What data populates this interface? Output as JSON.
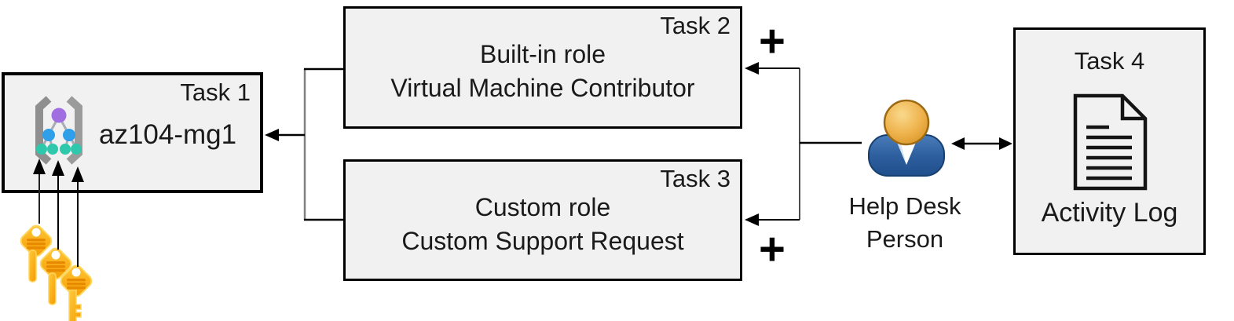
{
  "diagram": {
    "title_hint": "Azure role assignment tasks diagram",
    "task1": {
      "badge": "Task 1",
      "label": "az104-mg1"
    },
    "task2": {
      "badge": "Task 2",
      "line1": "Built-in role",
      "line2": "Virtual Machine Contributor"
    },
    "task3": {
      "badge": "Task 3",
      "line1": "Custom role",
      "line2": "Custom Support Request"
    },
    "task4": {
      "badge": "Task 4",
      "label": "Activity Log"
    },
    "person": {
      "line1": "Help Desk",
      "line2": "Person"
    },
    "plus_top": "+",
    "plus_bottom": "+",
    "icons": {
      "management_group": "azure-management-group-icon",
      "keys": "three-access-keys-icon",
      "person": "user-person-icon",
      "document": "activity-log-document-icon",
      "plus": "plus-icon"
    },
    "colors": {
      "box_fill": "#f1f1f1",
      "box_border": "#000000",
      "connector_black": "#000000",
      "connector_gray": "#808080",
      "key_gold_light": "#FFC93A",
      "key_gold_dark": "#F59B00",
      "key_stripe": "#E88A00",
      "bracket_gray": "#8A8A8A",
      "node_purple": "#A06EE0",
      "node_blue": "#2E9FE8",
      "node_teal": "#2FC8AC",
      "person_head_light": "#F6C963",
      "person_head_dark": "#D9951F",
      "person_body_light": "#4176B4",
      "person_body_dark": "#1F4E8C"
    }
  }
}
